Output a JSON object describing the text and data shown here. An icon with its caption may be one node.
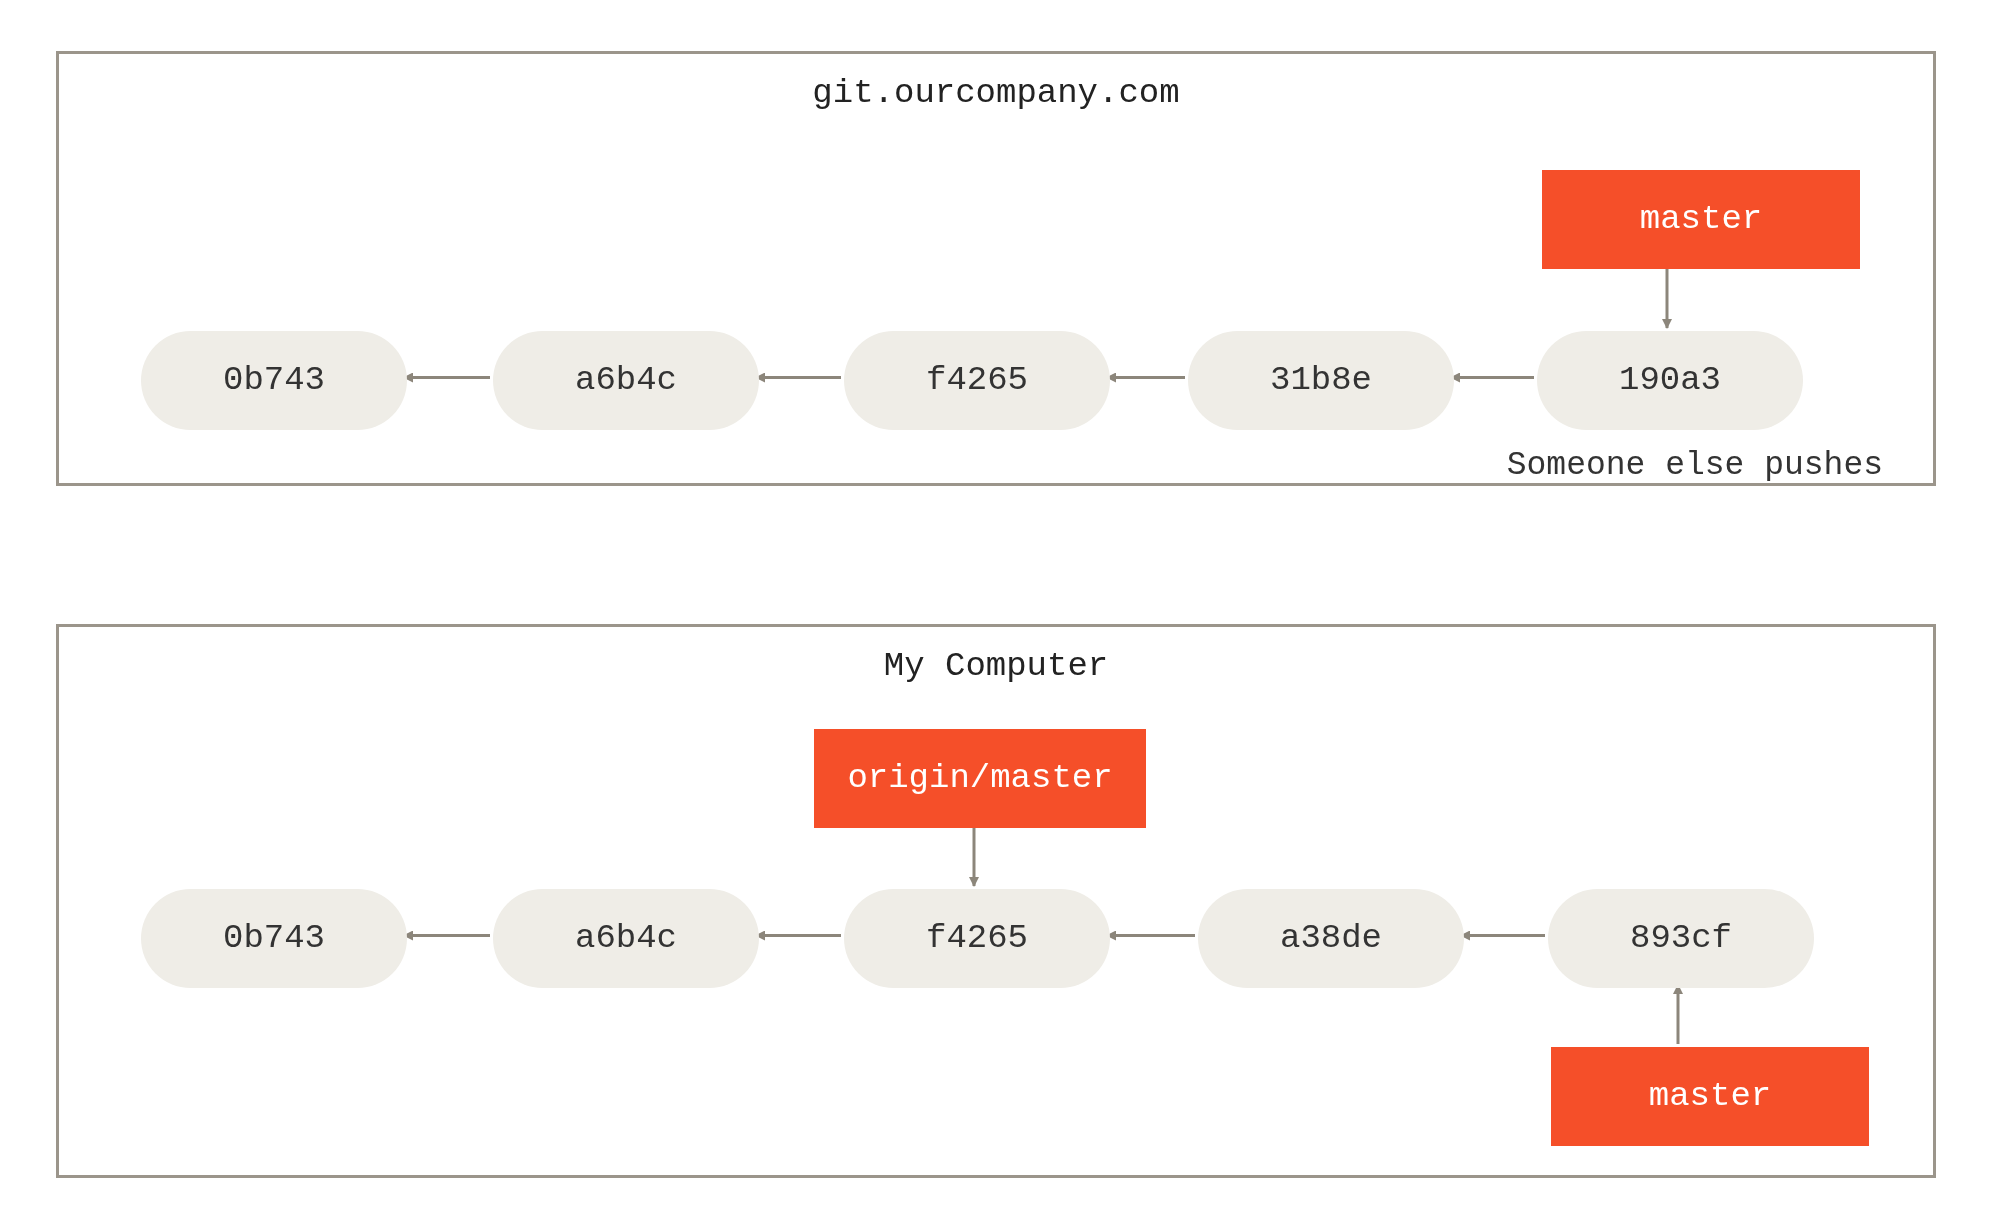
{
  "diagram": {
    "nodes": [
      {
        "text": [
          "git.ourcompany.com"
        ]
      },
      {
        "text": [
          "0b743"
        ],
        "in": 0
      },
      {
        "text": [
          "a6b4c"
        ],
        "in": 0
      },
      {
        "text": [
          "f4265"
        ],
        "in": 0
      },
      {
        "text": [
          "31b8e"
        ],
        "in": 0
      },
      {
        "text": [
          "190a3"
        ],
        "in": 0,
        "beside": [
          "Someone else pushes"
        ]
      },
      {
        "text": [
          "master"
        ],
        "in": 0
      },
      {
        "text": [
          "My Computer"
        ]
      },
      {
        "text": [
          "0b743"
        ],
        "in": 7
      },
      {
        "text": [
          "a6b4c"
        ],
        "in": 7
      },
      {
        "text": [
          "f4265"
        ],
        "in": 7
      },
      {
        "text": [
          "a38de"
        ],
        "in": 7
      },
      {
        "text": [
          "893cf"
        ],
        "in": 7
      },
      {
        "text": [
          "origin/master"
        ],
        "in": 7
      },
      {
        "text": [
          "master"
        ],
        "in": 7
      }
    ],
    "edges": [
      {
        "from": 2,
        "to": 1,
        "arrow": "to"
      },
      {
        "from": 3,
        "to": 2,
        "arrow": "to"
      },
      {
        "from": 4,
        "to": 3,
        "arrow": "to"
      },
      {
        "from": 5,
        "to": 4,
        "arrow": "to"
      },
      {
        "from": 6,
        "to": 5,
        "arrow": "to"
      },
      {
        "from": 9,
        "to": 8,
        "arrow": "to"
      },
      {
        "from": 10,
        "to": 9,
        "arrow": "to"
      },
      {
        "from": 11,
        "to": 10,
        "arrow": "to"
      },
      {
        "from": 12,
        "to": 11,
        "arrow": "to"
      },
      {
        "from": 13,
        "to": 10,
        "arrow": "to"
      },
      {
        "from": 14,
        "to": 12,
        "arrow": "to"
      }
    ]
  }
}
